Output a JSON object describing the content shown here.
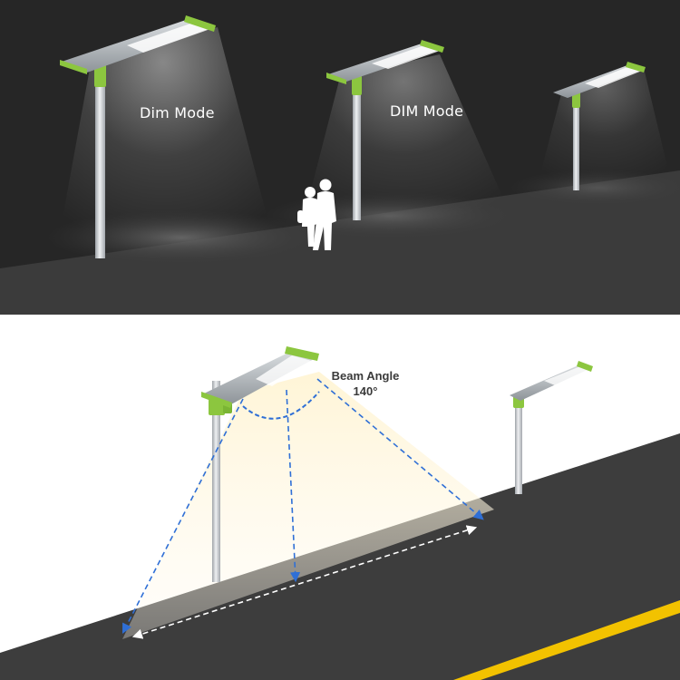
{
  "night_scene": {
    "label_left": "Dim Mode",
    "label_middle": "DIM Mode"
  },
  "day_scene": {
    "beam_title": "Beam Angle",
    "beam_value": "140°"
  },
  "colors": {
    "night_sky": "#262626",
    "night_road": "#3b3b3b",
    "lamp_green": "#8cc63f",
    "pole_silver": "#c9ccd0",
    "road_asphalt": "#3d3d3d",
    "lane_yellow": "#f2c200",
    "beam_line_blue": "#2f6fd6",
    "beam_light": "#fff7e0"
  },
  "icons": [
    "street-lamp-icon",
    "couple-silhouette-icon",
    "arrow-icon"
  ]
}
